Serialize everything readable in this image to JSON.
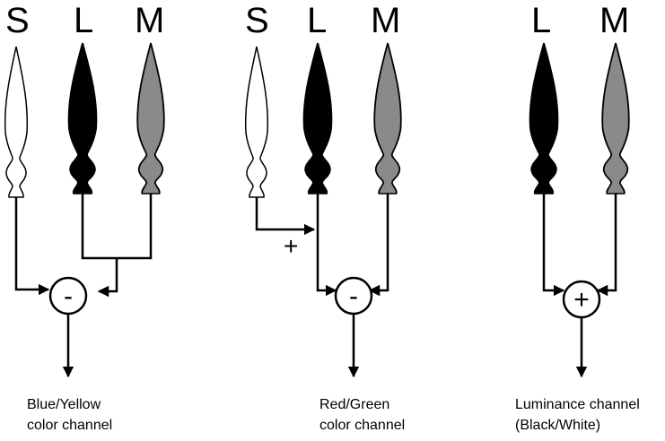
{
  "panels": [
    {
      "id": "blue-yellow",
      "cones": [
        "S",
        "L",
        "M"
      ],
      "operator": "-",
      "caption_line1": "Blue/Yellow",
      "caption_line2": "color channel"
    },
    {
      "id": "red-green",
      "cones": [
        "S",
        "L",
        "M"
      ],
      "operator": "-",
      "plus_sign": "+",
      "caption_line1": "Red/Green",
      "caption_line2": "color channel"
    },
    {
      "id": "luminance",
      "cones": [
        "L",
        "M"
      ],
      "operator": "+",
      "caption_line1": "Luminance channel",
      "caption_line2": "(Black/White)"
    }
  ],
  "colors": {
    "S": "#ffffff",
    "L": "#000000",
    "M": "#8a8a8a"
  }
}
